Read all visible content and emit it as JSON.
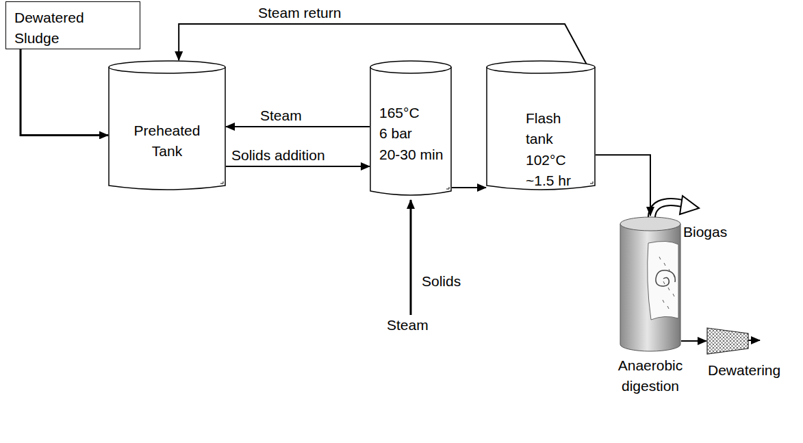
{
  "diagram": {
    "nodes": [
      {
        "text": [
          "Dewatered Sludge"
        ]
      },
      {
        "text": [
          "Preheated Tank"
        ]
      },
      {
        "text": [
          "165°C",
          "6 bar",
          "20-30 min"
        ]
      },
      {
        "text": [
          "Flash tank",
          "102°C",
          "~1.5 hr"
        ]
      },
      {
        "text": [
          "Anaerobic digestion"
        ]
      },
      {
        "text": [
          "Dewatering"
        ]
      }
    ],
    "edges": [
      {
        "from": 0,
        "to": 1,
        "arrow": "to"
      },
      {
        "from": 2,
        "to": 1,
        "arrow": "to",
        "label": "Steam"
      },
      {
        "from": 1,
        "to": 2,
        "arrow": "to",
        "label": "Solids addition"
      },
      {
        "from": 2,
        "to": 3,
        "arrow": "to"
      },
      {
        "from": 3,
        "to": 1,
        "arrow": "to",
        "label": "Steam return"
      },
      {
        "from": 3,
        "to": 4,
        "arrow": "to"
      },
      {
        "from": 4,
        "to": 5,
        "arrow": "to"
      }
    ],
    "labels": [
      "Solids",
      "Steam",
      "Biogas"
    ]
  }
}
